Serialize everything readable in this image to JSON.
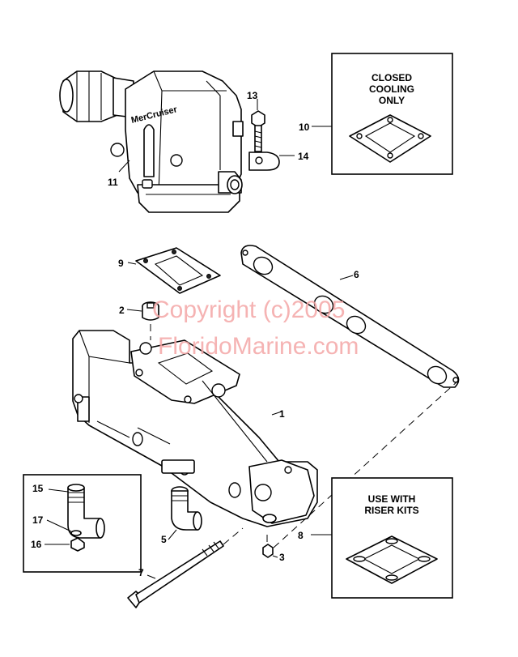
{
  "callouts": {
    "c1": "1",
    "c2": "2",
    "c3": "3",
    "c5": "5",
    "c6": "6",
    "c7": "7",
    "c8": "8",
    "c9": "9",
    "c10": "10",
    "c11": "11",
    "c13": "13",
    "c14": "14",
    "c15": "15",
    "c16": "16",
    "c17": "17"
  },
  "boxes": {
    "closed_cooling": [
      "CLOSED",
      "COOLING",
      "ONLY"
    ],
    "riser_kits": [
      "USE WITH",
      "RISER KITS"
    ]
  },
  "brand_mark": "MerCruiser",
  "watermark": [
    "Copyright (c)2005",
    "FloridoMarine.com"
  ]
}
